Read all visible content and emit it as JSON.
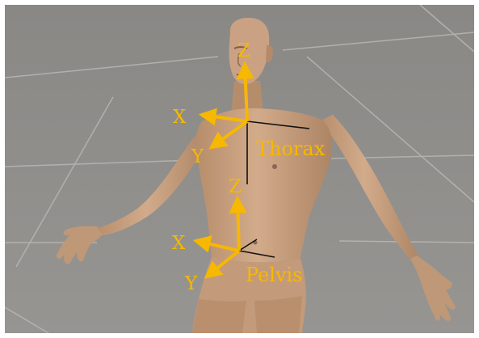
{
  "colors": {
    "floor": "#8e8c89",
    "grid_line": "#b9b7b4",
    "skin": "#c9a181",
    "skin_shadow": "#a7805f",
    "axis_arrow": "#f6b800",
    "body_frame_line": "#111111",
    "frame_border": "#ffffff"
  },
  "frames": [
    {
      "segment": "Thorax",
      "axes": {
        "x": "X",
        "y": "Y",
        "z": "Z"
      }
    },
    {
      "segment": "Pelvis",
      "axes": {
        "x": "X",
        "y": "Y",
        "z": "Z"
      }
    }
  ]
}
